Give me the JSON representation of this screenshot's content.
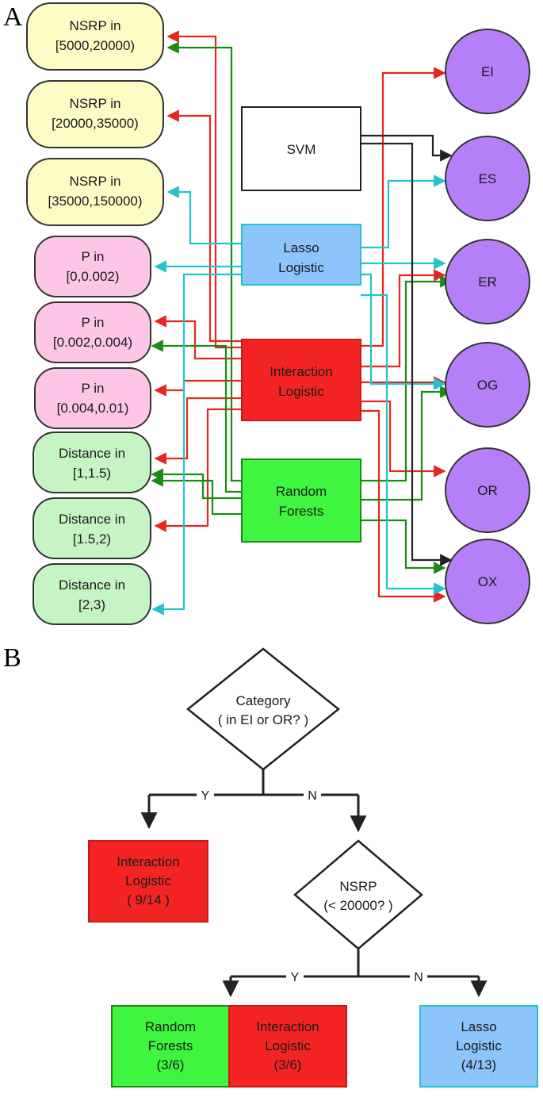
{
  "panels": {
    "a": "A",
    "b": "B"
  },
  "colors": {
    "yellow": "#fdfcc4",
    "pink": "#fdc6e7",
    "lightgreen": "#c6f4c5",
    "purple": "#b580f7",
    "blue": "#8cc4fb",
    "red": "#f52424",
    "green": "#3ff53f",
    "edge_red": "#e8261e",
    "edge_green": "#1a8c13",
    "edge_cyan": "#22c4cc",
    "edge_black": "#222222"
  },
  "diagram_a": {
    "features": [
      {
        "line1": "NSRP in",
        "line2": "[5000,20000)",
        "group": "yellow"
      },
      {
        "line1": "NSRP in",
        "line2": "[20000,35000)",
        "group": "yellow"
      },
      {
        "line1": "NSRP in",
        "line2": "[35000,150000)",
        "group": "yellow"
      },
      {
        "line1": "P in",
        "line2": "[0,0.002)",
        "group": "pink"
      },
      {
        "line1": "P in",
        "line2": "[0.002,0.004)",
        "group": "pink"
      },
      {
        "line1": "P in",
        "line2": "[0.004,0.01)",
        "group": "pink"
      },
      {
        "line1": "Distance in",
        "line2": "[1,1.5)",
        "group": "lightgreen"
      },
      {
        "line1": "Distance in",
        "line2": "[1.5,2)",
        "group": "lightgreen"
      },
      {
        "line1": "Distance in",
        "line2": "[2,3)",
        "group": "lightgreen"
      }
    ],
    "models": [
      {
        "line1": "SVM",
        "line2": ""
      },
      {
        "line1": "Lasso",
        "line2": "Logistic"
      },
      {
        "line1": "Interaction",
        "line2": "Logistic"
      },
      {
        "line1": "Random",
        "line2": "Forests"
      }
    ],
    "categories": [
      "EI",
      "ES",
      "ER",
      "OG",
      "OR",
      "OX"
    ]
  },
  "diagram_b": {
    "decision1": {
      "line1": "Category",
      "line2": "( in EI or OR? )"
    },
    "decision2": {
      "line1": "NSRP",
      "line2": "(< 20000? )"
    },
    "yes": "Y",
    "no": "N",
    "leaf_interaction": {
      "line1": "Interaction",
      "line2": "Logistic",
      "line3": "( 9/14 )"
    },
    "leaf_forests": {
      "line1": "Random",
      "line2": "Forests",
      "line3": "(3/6)"
    },
    "leaf_interaction2": {
      "line1": "Interaction",
      "line2": "Logistic",
      "line3": "(3/6)"
    },
    "leaf_lasso": {
      "line1": "Lasso",
      "line2": "Logistic",
      "line3": "(4/13)"
    }
  }
}
